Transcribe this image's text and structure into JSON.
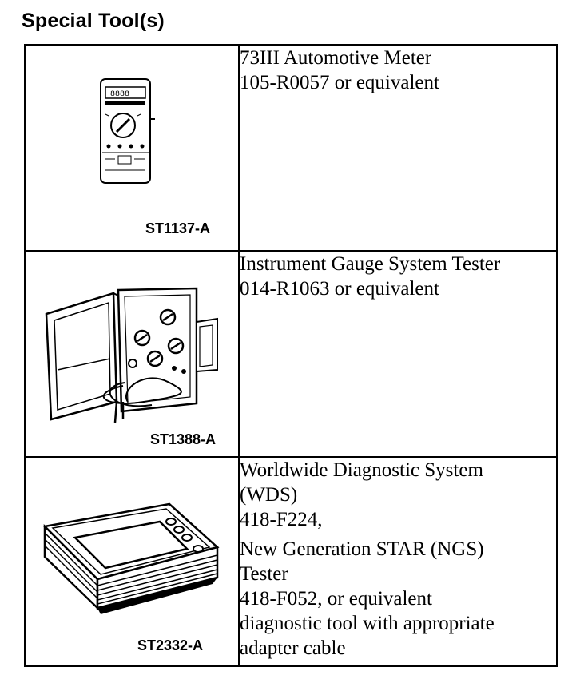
{
  "heading": "Special Tool(s)",
  "tools": [
    {
      "figure_id": "ST1137-A",
      "icon": "multimeter-icon",
      "lines": [
        "73III Automotive Meter",
        "105-R0057 or equivalent"
      ]
    },
    {
      "figure_id": "ST1388-A",
      "icon": "gauge-tester-case-icon",
      "lines": [
        "Instrument Gauge System Tester",
        "014-R1063 or equivalent"
      ]
    },
    {
      "figure_id": "ST2332-A",
      "icon": "diagnostic-tablet-icon",
      "lines_a": [
        "Worldwide Diagnostic System",
        "(WDS)",
        "418-F224,"
      ],
      "lines_b": [
        "New Generation STAR (NGS)",
        "Tester",
        "418-F052, or equivalent",
        "diagnostic tool with appropriate",
        "adapter cable"
      ]
    }
  ]
}
